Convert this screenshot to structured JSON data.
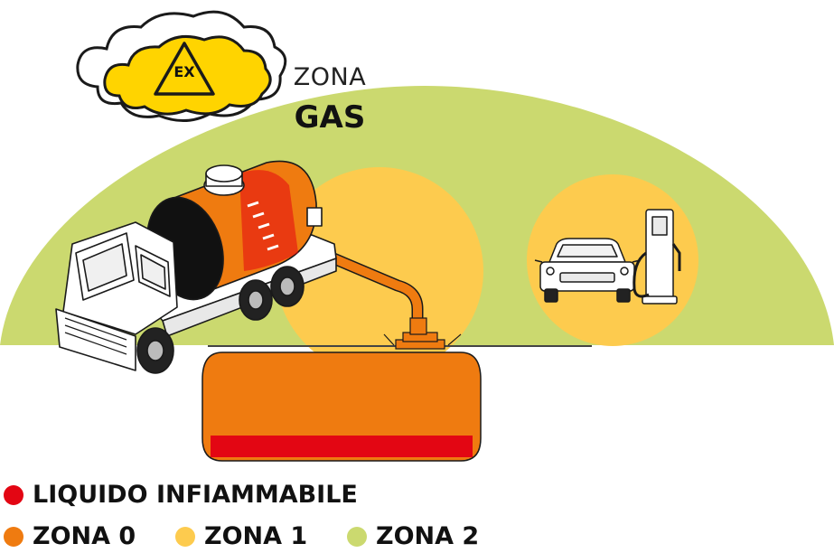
{
  "header": {
    "zona_label": "ZONA",
    "gas_label": "GAS",
    "ex_sign_text": "EX"
  },
  "legend": {
    "liquid": {
      "label": "LIQUIDO INFIAMMABILE",
      "color": "#e30613"
    },
    "zone0": {
      "label": "ZONA 0",
      "color": "#ef7b10"
    },
    "zone1": {
      "label": "ZONA 1",
      "color": "#fdcb4e"
    },
    "zone2": {
      "label": "ZONA 2",
      "color": "#cbd96f"
    }
  },
  "icons": [
    "ex-cloud-icon",
    "tanker-truck-icon",
    "underground-tank-icon",
    "car-icon",
    "fuel-pump-icon"
  ],
  "colors": {
    "zone2_area": "#cbd96f",
    "zone1_area": "#fdcb4e",
    "tank_orange": "#ef7b10",
    "liquid_red": "#e30613",
    "ex_yellow": "#ffd400"
  }
}
